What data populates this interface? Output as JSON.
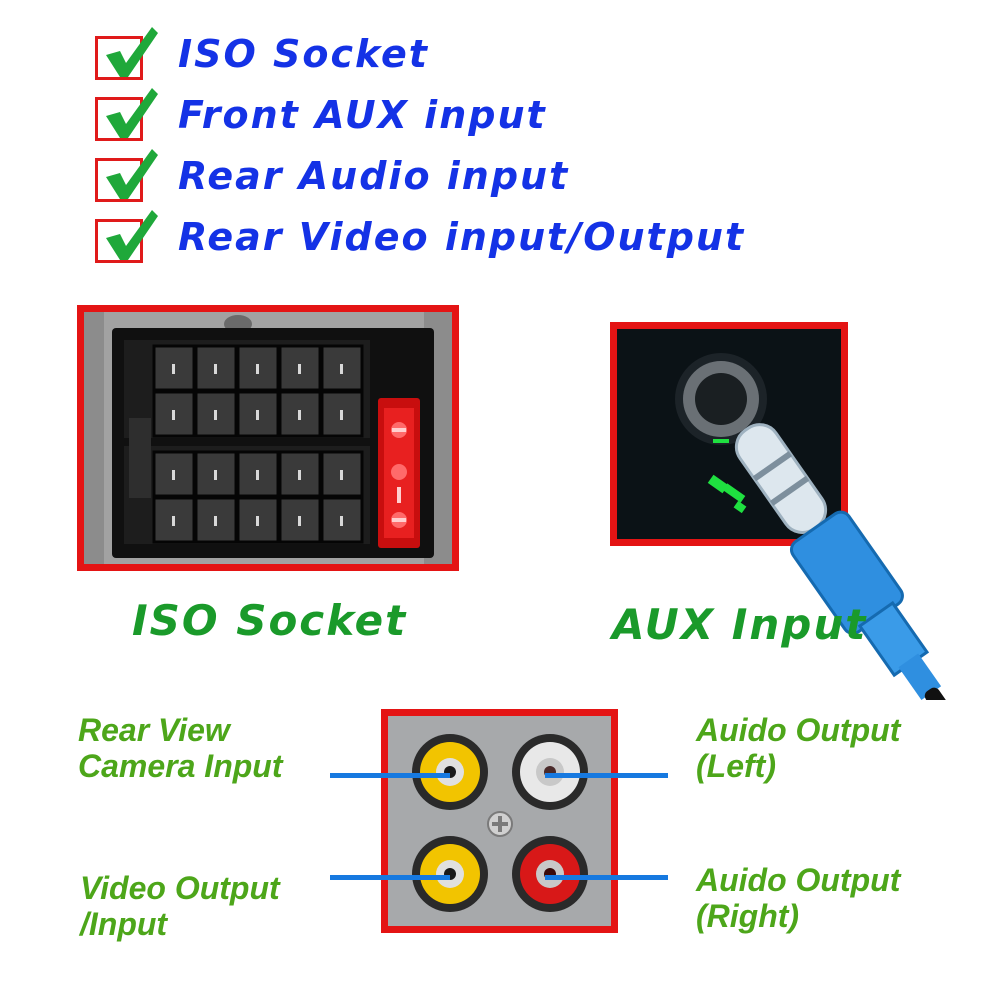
{
  "features": [
    {
      "label": "ISO Socket"
    },
    {
      "label": "Front AUX input"
    },
    {
      "label": "Rear Audio input"
    },
    {
      "label": "Rear Video input/Output"
    }
  ],
  "iso_panel": {
    "caption": "ISO Socket"
  },
  "aux_panel": {
    "caption": "AUX Input"
  },
  "rca_ports": {
    "rear_camera": {
      "line1": "Rear View",
      "line2": "Camera Input",
      "color": "#f2c400"
    },
    "video": {
      "line1": "Video Output",
      "line2": "/Input",
      "color": "#f2c400"
    },
    "audio_left": {
      "line1": "Auido Output",
      "line2": "(Left)",
      "color": "#e8e8e8"
    },
    "audio_right": {
      "line1": "Auido Output",
      "line2": "(Right)",
      "color": "#d81818"
    }
  },
  "colors": {
    "feature_text": "#1432e6",
    "caption_text": "#1a9a2a",
    "port_label_text": "#4da61a",
    "frame_red": "#e41414",
    "connector_blue": "#1679e0",
    "check_green": "#1fa83a"
  }
}
